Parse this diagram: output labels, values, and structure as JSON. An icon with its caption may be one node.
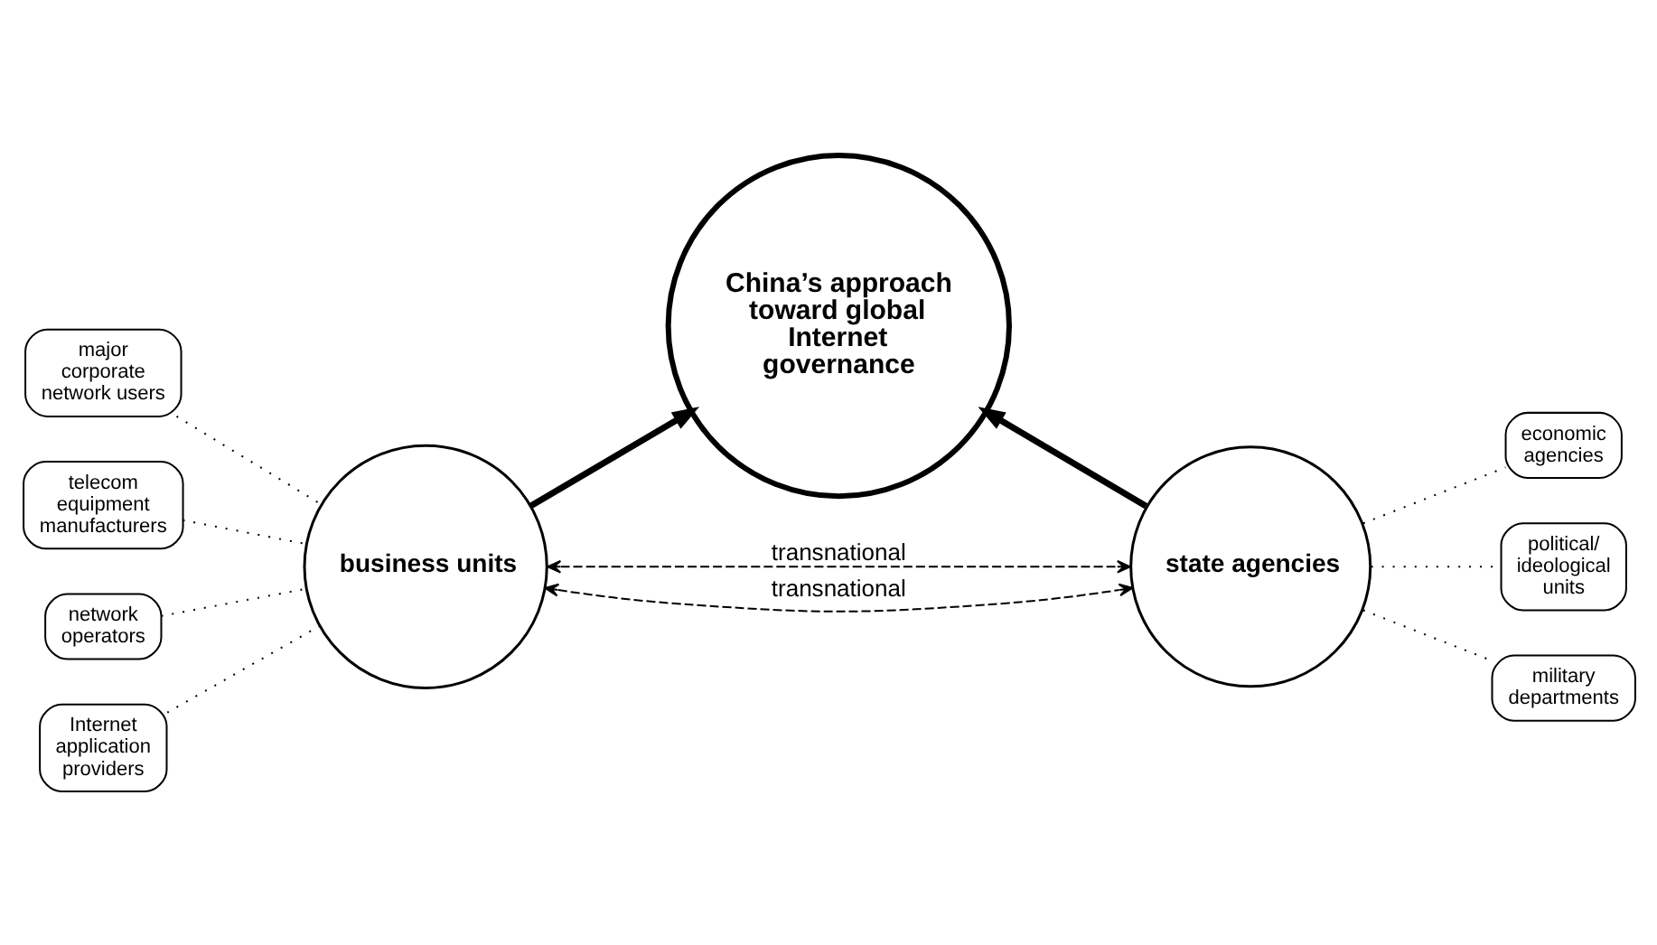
{
  "diagram": {
    "nodes": [
      {
        "text": [
          "major corporate network users"
        ]
      },
      {
        "text": [
          "telecom equipment manufacturers"
        ]
      },
      {
        "text": [
          "economic agencies"
        ]
      },
      {
        "text": [
          "business units"
        ]
      },
      {
        "text": [
          "China’s approach toward global Internet governance"
        ]
      },
      {
        "text": [
          "state agencies"
        ]
      },
      {
        "text": [
          "political/ ideological units"
        ]
      },
      {
        "text": [
          "network operators"
        ]
      },
      {
        "text": [
          "military departments"
        ]
      },
      {
        "text": [
          "Internet application providers"
        ]
      }
    ],
    "edges": [
      {
        "from": 0,
        "to": 3,
        "arrow": "none",
        "style": "dashed"
      },
      {
        "from": 1,
        "to": 3,
        "arrow": "none",
        "style": "dashed"
      },
      {
        "from": 7,
        "to": 3,
        "arrow": "none",
        "style": "dashed"
      },
      {
        "from": 9,
        "to": 3,
        "arrow": "none",
        "style": "dashed"
      },
      {
        "from": 5,
        "to": 2,
        "arrow": "none",
        "style": "dashed"
      },
      {
        "from": 5,
        "to": 6,
        "arrow": "none",
        "style": "dashed"
      },
      {
        "from": 5,
        "to": 8,
        "arrow": "none",
        "style": "dashed"
      },
      {
        "from": 3,
        "to": 4,
        "arrow": "to",
        "style": "thick"
      },
      {
        "from": 5,
        "to": 4,
        "arrow": "to",
        "style": "thick"
      },
      {
        "from": 3,
        "to": 5,
        "arrow": "both",
        "style": "dashed",
        "label": "transnational"
      },
      {
        "from": 3,
        "to": 5,
        "arrow": "both",
        "style": "dashed",
        "label": "transnational"
      }
    ]
  }
}
